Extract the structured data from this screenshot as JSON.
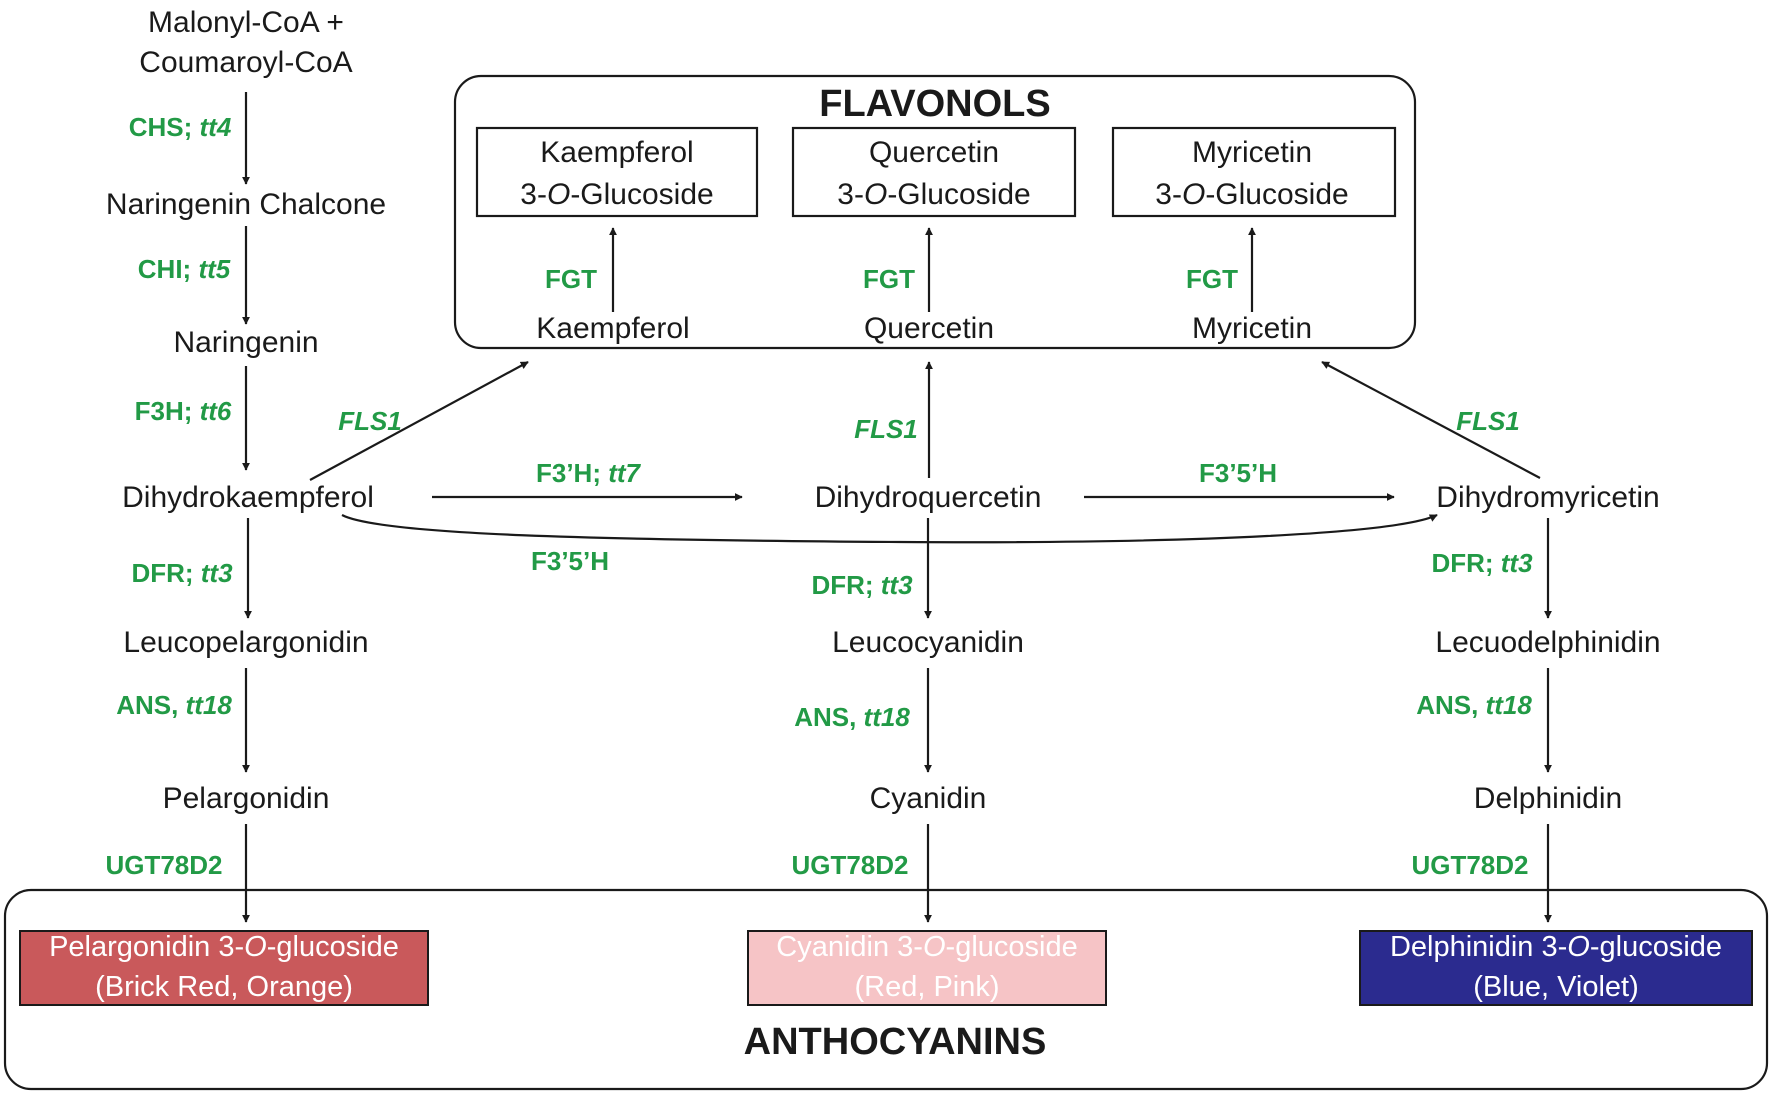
{
  "colors": {
    "enzyme": "#229a46",
    "pelargonidin_box": "#c9595b",
    "cyanidin_box": "#f6c4c6",
    "delphinidin_box": "#2b2b8f"
  },
  "flavonols": {
    "title": "FLAVONOLS",
    "kaempferol_glc": [
      "Kaempferol",
      "3-",
      "O",
      "-Glucoside"
    ],
    "quercetin_glc": [
      "Quercetin",
      "3-",
      "O",
      "-Glucoside"
    ],
    "myricetin_glc": [
      "Myricetin",
      "3-",
      "O",
      "-Glucoside"
    ],
    "kaempferol": "Kaempferol",
    "quercetin": "Quercetin",
    "myricetin": "Myricetin",
    "fgt": "FGT"
  },
  "pathway": {
    "start_line1": "Malonyl-CoA +",
    "start_line2": "Coumaroyl-CoA",
    "naringenin_chalcone": "Naringenin Chalcone",
    "naringenin": "Naringenin",
    "dihydrokaempferol": "Dihydrokaempferol",
    "dihydroquercetin": "Dihydroquercetin",
    "dihydromyricetin": "Dihydromyricetin",
    "leucopelargonidin": "Leucopelargonidin",
    "leucocyanidin": "Leucocyanidin",
    "leucodelphinidin": "Lecuodelphinidin",
    "pelargonidin": "Pelargonidin",
    "cyanidin": "Cyanidin",
    "delphinidin": "Delphinidin"
  },
  "enzymes": {
    "chs": [
      "CHS; ",
      "tt4"
    ],
    "chi": [
      "CHI; ",
      "tt5"
    ],
    "f3h": [
      "F3H; ",
      "tt6"
    ],
    "f3ph": [
      "F3’H; ",
      "tt7"
    ],
    "f35h": "F3’5’H",
    "fls1": "FLS1",
    "dfr": [
      "DFR; ",
      "tt3"
    ],
    "ans": [
      "ANS, ",
      "tt18"
    ],
    "ugt": "UGT78D2"
  },
  "anthocyanins": {
    "title": "ANTHOCYANINS",
    "pelargonidin_glc": [
      "Pelargonidin 3-",
      "O",
      "-glucoside"
    ],
    "pelargonidin_color": "(Brick Red, Orange)",
    "cyanidin_glc": [
      "Cyanidin 3-",
      "O",
      "-glucoside"
    ],
    "cyanidin_color": "(Red, Pink)",
    "delphinidin_glc": [
      "Delphinidin 3-",
      "O",
      "-glucoside"
    ],
    "delphinidin_color": "(Blue, Violet)"
  }
}
